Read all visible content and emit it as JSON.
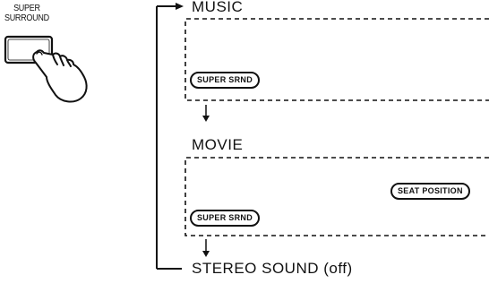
{
  "button": {
    "caption_line1": "SUPER",
    "caption_line2": "SURROUND",
    "icon": "hand-pressing-button-icon"
  },
  "modes": [
    {
      "label": "MUSIC",
      "display_indicators": [
        "SUPER SRND"
      ]
    },
    {
      "label": "MOVIE",
      "display_indicators": [
        "SEAT POSITION",
        "SUPER SRND"
      ]
    },
    {
      "label": "STEREO SOUND (off)"
    }
  ]
}
